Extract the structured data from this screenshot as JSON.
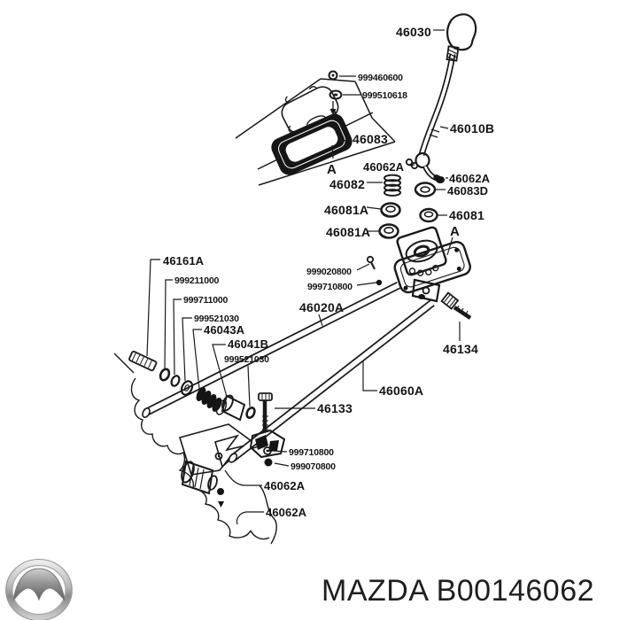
{
  "diagram_title": "Mazda gearshift linkage exploded parts diagram",
  "colors": {
    "ink": "#1a1a1a",
    "background": "#ffffff",
    "brand_text": "#1f1f1f"
  },
  "labels": {
    "knob": "46030",
    "nut_top": "999460600",
    "washer_top": "999510618",
    "plate": "46083",
    "view_a1": "A",
    "lever": "46010B",
    "clip_left": "46062A",
    "pin_right": "46062A",
    "bushing_d": "46083D",
    "spring_upper": "46082",
    "seal_1": "46081A",
    "seal_2": "46081A",
    "seal_right": "46081",
    "view_a2": "A",
    "rod_end": "46161A",
    "chain_nut": "999211000",
    "chain_washer1": "999711000",
    "chain_washer2": "999521030",
    "chain_spring": "46043A",
    "chain_bushing": "46041B",
    "chain_washer3": "999521030",
    "retainer_bolt": "999020800",
    "retainer_screw": "999710800",
    "select_rod": "46020A",
    "pivot_bolt": "46134",
    "shift_rod": "46060A",
    "joint_bolt": "46133",
    "bottom_bolt1": "999710800",
    "bottom_bolt2": "999070800",
    "joint_a": "46062A",
    "joint_b": "46062A"
  },
  "footer": {
    "brand": "MAZDA B00146062",
    "logo": "mazda-logo"
  }
}
